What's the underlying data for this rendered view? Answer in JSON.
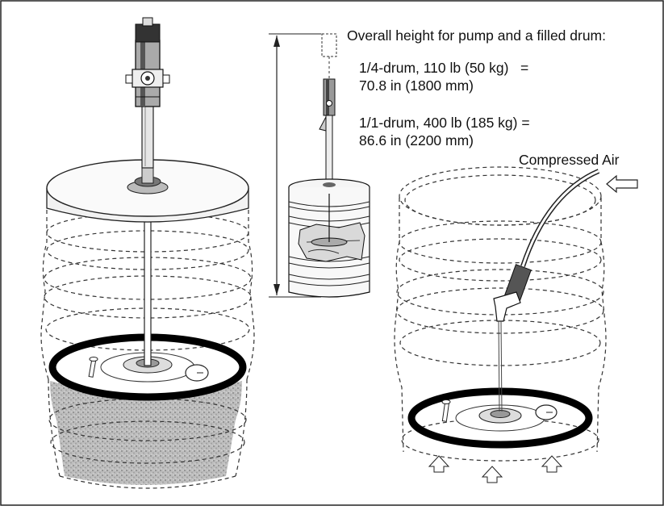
{
  "heading": "Overall height for pump and a filled drum:",
  "specs": [
    {
      "line1": "1/4-drum, 110 lb (50 kg)   =",
      "line2": "70.8 in (1800 mm)"
    },
    {
      "line1": "1/1-drum, 400 lb (185 kg) =",
      "line2": "86.6 in (2200 mm)"
    }
  ],
  "air_label": "Compressed Air",
  "icons": [
    "pump-drum-illustration",
    "height-dimension-arrow",
    "air-inlet-arrow",
    "air-flow-arrow",
    "air-gun-icon"
  ]
}
